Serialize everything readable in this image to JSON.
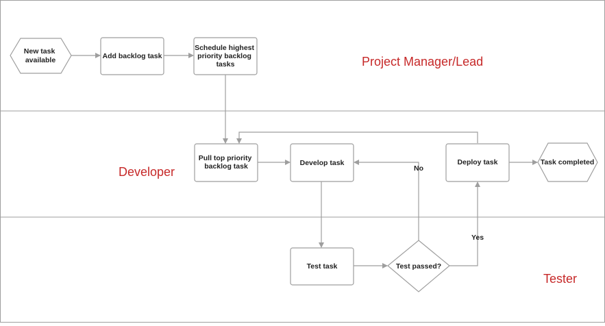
{
  "lanes": [
    {
      "id": "pm",
      "label": "Project Manager/Lead"
    },
    {
      "id": "dev",
      "label": "Developer"
    },
    {
      "id": "test",
      "label": "Tester"
    }
  ],
  "nodes": {
    "new_task": [
      "New task",
      "available"
    ],
    "add_backlog": [
      "Add backlog task"
    ],
    "schedule": [
      "Schedule highest",
      "priority backlog",
      "tasks"
    ],
    "pull_top": [
      "Pull top priority",
      "backlog task"
    ],
    "develop": [
      "Develop task"
    ],
    "deploy": [
      "Deploy task"
    ],
    "completed": [
      "Task completed"
    ],
    "test_task": [
      "Test task"
    ],
    "test_passed": [
      "Test passed?"
    ]
  },
  "edge_labels": {
    "no": "No",
    "yes": "Yes"
  },
  "colors": {
    "lane_label": "#c62828",
    "stroke": "#9e9e9e",
    "text": "#222222"
  }
}
